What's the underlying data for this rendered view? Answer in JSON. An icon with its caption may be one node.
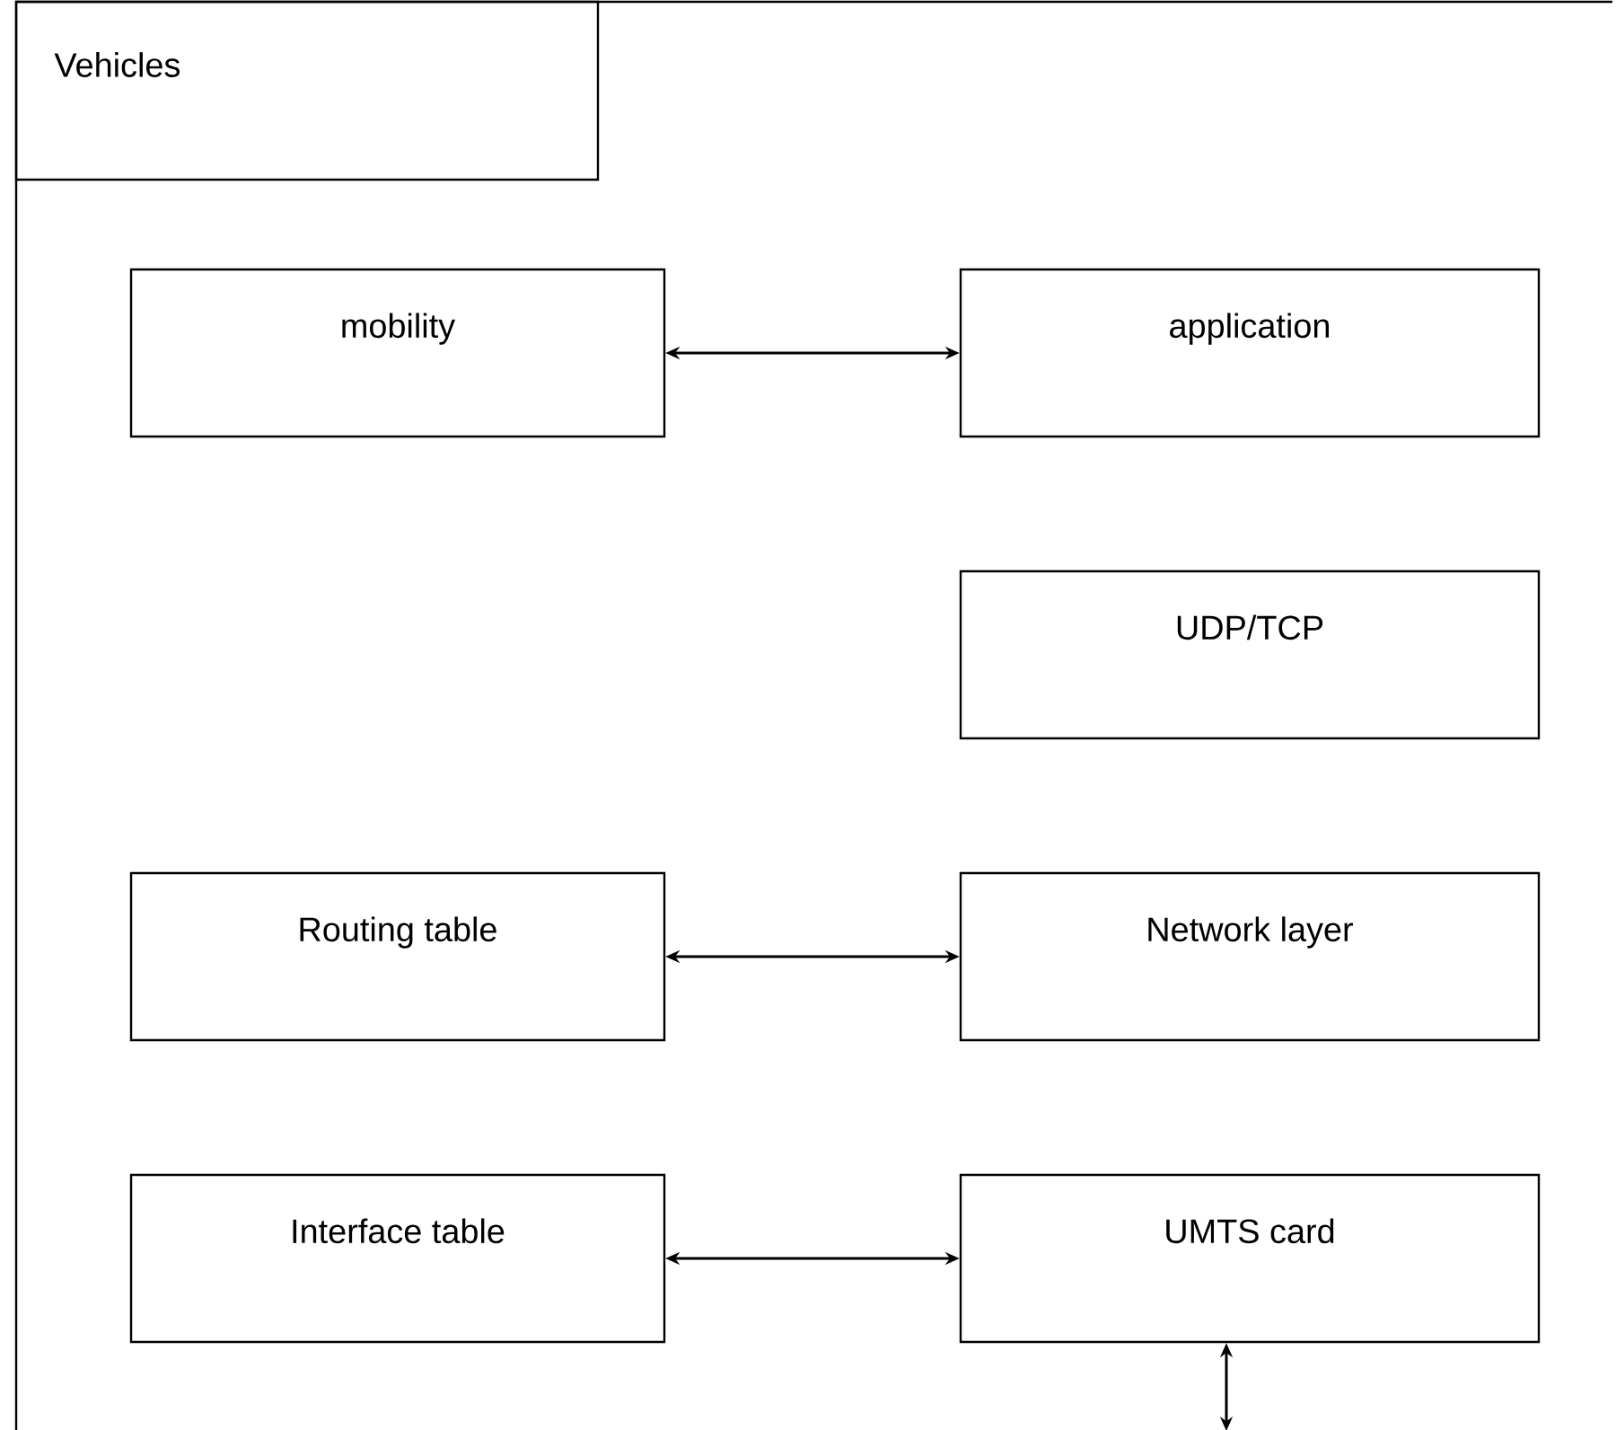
{
  "diagram": {
    "nodes": [
      {
        "text": [
          "Vehicles"
        ]
      },
      {
        "text": [
          "mobility"
        ],
        "in": 0
      },
      {
        "text": [
          "application"
        ],
        "in": 0
      },
      {
        "text": [
          "UDP/TCP"
        ],
        "in": 0
      },
      {
        "text": [
          "Routing table"
        ],
        "in": 0
      },
      {
        "text": [
          "Network layer"
        ],
        "in": 0
      },
      {
        "text": [
          "Interface table"
        ],
        "in": 0
      },
      {
        "text": [
          "UMTS card"
        ],
        "in": 0
      }
    ],
    "edges": [
      {
        "from": 1,
        "to": 2,
        "arrow": "both"
      },
      {
        "from": 4,
        "to": 5,
        "arrow": "both"
      },
      {
        "from": 6,
        "to": 7,
        "arrow": "both"
      },
      {
        "from": 7,
        "to": null,
        "arrow": "both"
      }
    ]
  }
}
